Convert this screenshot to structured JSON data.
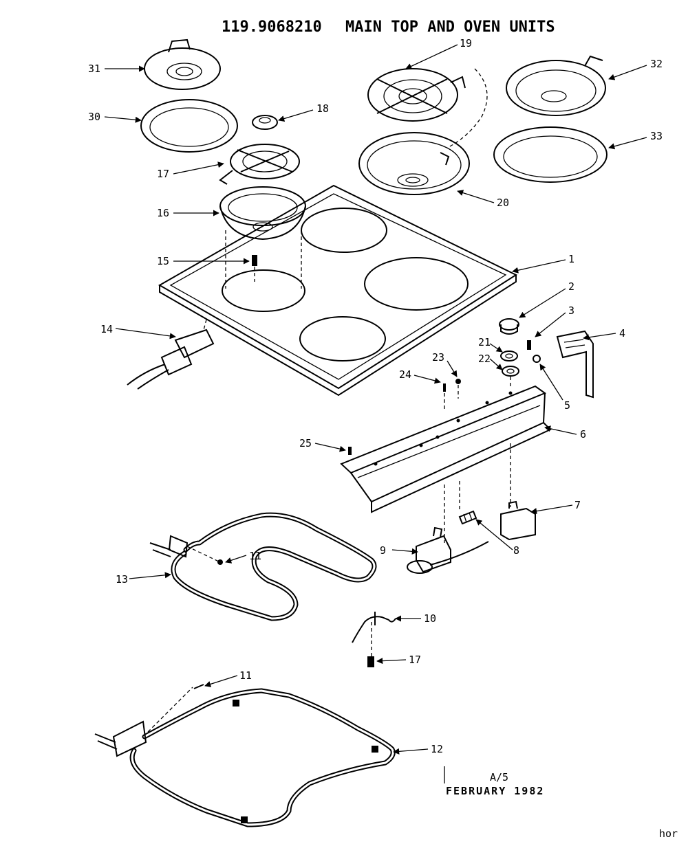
{
  "header": {
    "model_number": "119.9068210",
    "title": "MAIN TOP AND OVEN UNITS"
  },
  "footer": {
    "code": "A/5",
    "date": "FEBRUARY 1982",
    "corner_mark": "hor"
  },
  "callouts": {
    "c1": "1",
    "c2": "2",
    "c3": "3",
    "c4": "4",
    "c5": "5",
    "c6": "6",
    "c7": "7",
    "c8": "8",
    "c9": "9",
    "c10": "10",
    "c11a": "11",
    "c11b": "11",
    "c12": "12",
    "c13": "13",
    "c14": "14",
    "c15": "15",
    "c16": "16",
    "c17": "17",
    "c17b": "17",
    "c18": "18",
    "c19": "19",
    "c20": "20",
    "c21": "21",
    "c22": "22",
    "c23": "23",
    "c24": "24",
    "c25": "25",
    "c30": "30",
    "c31": "31",
    "c32": "32",
    "c33": "33"
  }
}
